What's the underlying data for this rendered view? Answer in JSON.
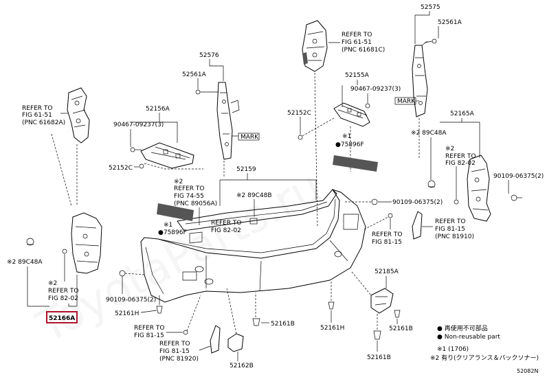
{
  "watermark": "ToyotaParts.ru",
  "highlighted_part": "52166A",
  "labels": {
    "p52575": "52575",
    "p52561A_r": "52561A",
    "ref_61_51_top_1": "REFER TO",
    "ref_61_51_top_2": "FIG 61-51",
    "ref_61_51_top_3": "(PNC 61681C)",
    "p52576": "52576",
    "p52561A_l": "52561A",
    "p52155A": "52155A",
    "p90467_r": "90467-09237(3)",
    "ref_61_51_left_1": "REFER TO",
    "ref_61_51_left_2": "FIG 61-51",
    "ref_61_51_left_3": "(PNC 61682A)",
    "p52156A": "52156A",
    "p90467_l": "90467-09237(3)",
    "p52152C_r": "52152C",
    "mark_r": "MARK",
    "mark_l": "MARK",
    "p52165A": "52165A",
    "p89C48A_r": "※2 89C48A",
    "p75896F_r": "●75896F",
    "note1_r": "※1",
    "ref_82_02_r_1": "※2",
    "ref_82_02_r_2": "REFER TO",
    "ref_82_02_r_3": "FIG 82-02",
    "p52152C_l": "52152C",
    "p52159": "52159",
    "ref_74_55_1": "※2",
    "ref_74_55_2": "REFER TO",
    "ref_74_55_3": "FIG 74-55",
    "ref_74_55_4": "(PNC 89056A)",
    "p89C48B": "※2 89C48B",
    "ref_82_02_c_1": "REFER TO",
    "ref_82_02_c_2": "FIG 82-02",
    "p90109_r": "90109-06375(2)",
    "p90109_rr": "90109-06375(2)",
    "note1_l": "※1",
    "p75896F_l": "●75896F",
    "ref_81_15_r_1": "REFER TO",
    "ref_81_15_r_2": "FIG 81-15",
    "ref_81_15_r_3": "(PNC 81910)",
    "ref_81_15_m_1": "REFER TO",
    "ref_81_15_m_2": "FIG 81-15",
    "p89C48A_l": "※2 89C48A",
    "ref_82_02_l_1": "※2",
    "ref_82_02_l_2": "REFER TO",
    "ref_82_02_l_3": "FIG 82-02",
    "p90109_l": "90109-06375(2)",
    "p52185A": "52185A",
    "p52166A": "52166A",
    "p52161H_l": "52161H",
    "ref_81_15_b_1": "REFER TO",
    "ref_81_15_b_2": "FIG 81-15",
    "ref_81_15_bb_1": "REFER TO",
    "ref_81_15_bb_2": "FIG 81-15",
    "ref_81_15_bb_3": "(PNC 81920)",
    "p52161B_c": "52161B",
    "p52161H_r": "52161H",
    "p52161B_r": "52161B",
    "p52161B_b": "52161B",
    "p52162B": "52162B",
    "diagram_id": "52082N"
  },
  "legend": {
    "reuse_not": "● 再使用不可部品",
    "non_reusable": "● Non-reusable part",
    "note_w": "※1 (1706)",
    "note_2": "※2 有り(クリアランス＆バックソナー)"
  }
}
